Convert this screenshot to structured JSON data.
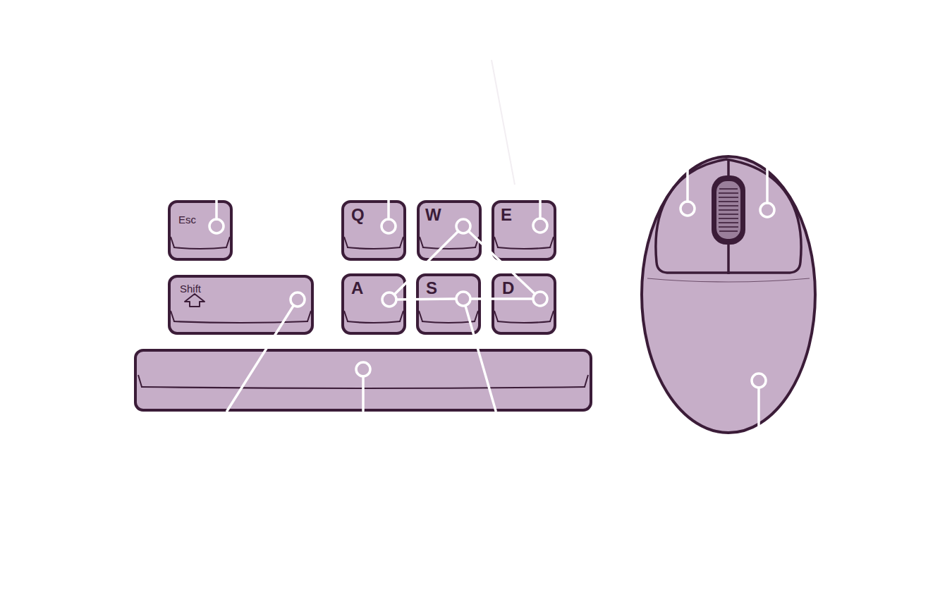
{
  "diagram": {
    "nodes": [
      {
        "text": [
          "Esc"
        ]
      },
      {
        "text": [
          "Q"
        ]
      },
      {
        "text": [
          "W"
        ]
      },
      {
        "text": [
          "E"
        ]
      },
      {
        "text": [
          "Shift"
        ]
      },
      {
        "text": [
          "A"
        ]
      },
      {
        "text": [
          "S"
        ]
      },
      {
        "text": [
          "D"
        ]
      }
    ],
    "edges": [
      {
        "from": 2,
        "to": 5,
        "arrow": "none"
      },
      {
        "from": 2,
        "to": 7,
        "arrow": "none"
      },
      {
        "from": 5,
        "to": 6,
        "arrow": "none"
      },
      {
        "from": 6,
        "to": 7,
        "arrow": "none"
      }
    ]
  }
}
